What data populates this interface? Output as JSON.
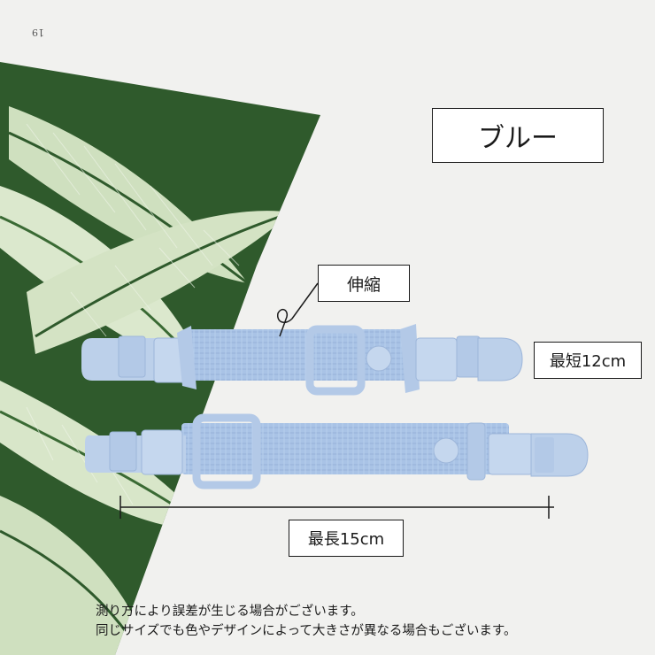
{
  "photo": {
    "page_number": "19",
    "color_label": "ブルー",
    "stretch_label": "伸縮",
    "min_length_label": "最短12cm",
    "max_length_label": "最長15cm",
    "caption": {
      "line1": "測り方により誤差が生じる場合がございます。",
      "line2": "同じサイズでも色やデザインによって大きさが異なる場合もございます。"
    },
    "colors": {
      "background": "#e4e4e2",
      "paper": "#f3f3f1",
      "leaf_dark": "#2f5a2c",
      "leaf_light": "#d7e5c8",
      "strap_blue": "#a9c3e6",
      "clip_blue": "#bcd0ea"
    }
  }
}
